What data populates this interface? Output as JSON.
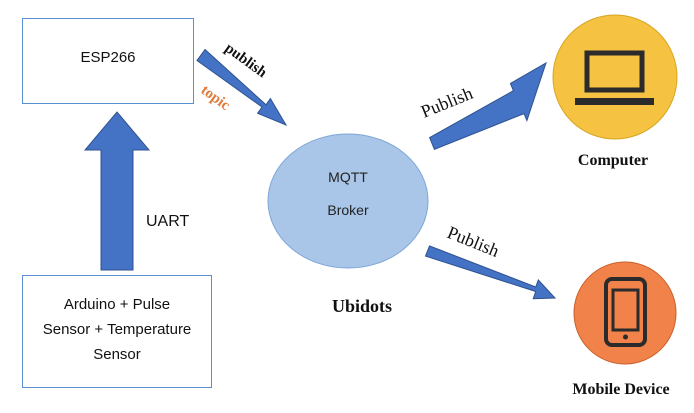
{
  "nodes": {
    "esp": "ESP266",
    "arduino_line1": "Arduino + Pulse",
    "arduino_line2": "Sensor + Temperature",
    "arduino_line3": "Sensor",
    "broker_line1": "MQTT",
    "broker_line2": "Broker",
    "ubidots": "Ubidots",
    "computer": "Computer",
    "mobile": "Mobile Device"
  },
  "edges": {
    "uart": "UART",
    "publish_to_broker": "publish",
    "topic": "topic",
    "publish_to_computer": "Publish",
    "publish_to_mobile": "Publish"
  },
  "colors": {
    "arrow_fill": "#4472c4",
    "arrow_stroke": "#2f528f",
    "box_border": "#5b8fd4",
    "broker_fill": "#a9c6e8",
    "circle_fill": "#f5c242",
    "mobile_circle_fill": "#f0824a",
    "icon_dark": "#2b2b2b",
    "topic_color": "#e07a3a"
  },
  "icons": [
    "computer-icon",
    "mobile-phone-icon"
  ]
}
